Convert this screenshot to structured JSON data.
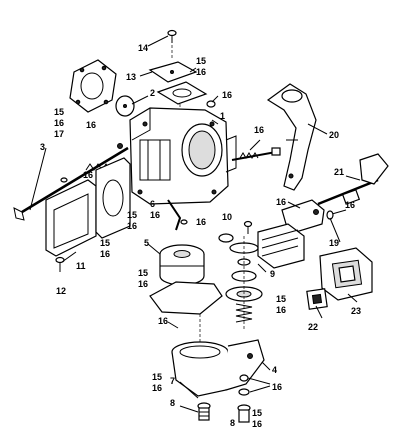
{
  "diagram": {
    "callouts": [
      {
        "id": "c14",
        "text": "14"
      },
      {
        "id": "c13",
        "text": "13"
      },
      {
        "id": "c15a",
        "text": "15"
      },
      {
        "id": "c16a",
        "text": "16"
      },
      {
        "id": "c2",
        "text": "2"
      },
      {
        "id": "c16b",
        "text": "16"
      },
      {
        "id": "c15b",
        "text": "15"
      },
      {
        "id": "c16c",
        "text": "16"
      },
      {
        "id": "c17",
        "text": "17"
      },
      {
        "id": "c1",
        "text": "1"
      },
      {
        "id": "c16d",
        "text": "16"
      },
      {
        "id": "c16e",
        "text": "16"
      },
      {
        "id": "c20",
        "text": "20"
      },
      {
        "id": "c3",
        "text": "3"
      },
      {
        "id": "c16f",
        "text": "16"
      },
      {
        "id": "c21",
        "text": "21"
      },
      {
        "id": "c6",
        "text": "6"
      },
      {
        "id": "c16g",
        "text": "16"
      },
      {
        "id": "c10",
        "text": "10"
      },
      {
        "id": "c16h",
        "text": "16"
      },
      {
        "id": "c16i",
        "text": "16"
      },
      {
        "id": "c16j",
        "text": "16"
      },
      {
        "id": "c19",
        "text": "19"
      },
      {
        "id": "c15c",
        "text": "15"
      },
      {
        "id": "c16k",
        "text": "16"
      },
      {
        "id": "c5",
        "text": "5"
      },
      {
        "id": "c15d",
        "text": "15"
      },
      {
        "id": "c16l",
        "text": "16"
      },
      {
        "id": "c9",
        "text": "9"
      },
      {
        "id": "c11",
        "text": "11"
      },
      {
        "id": "c12",
        "text": "12"
      },
      {
        "id": "c15e",
        "text": "15"
      },
      {
        "id": "c16m",
        "text": "16"
      },
      {
        "id": "c15f",
        "text": "15"
      },
      {
        "id": "c16n",
        "text": "16"
      },
      {
        "id": "c22",
        "text": "22"
      },
      {
        "id": "c23",
        "text": "23"
      },
      {
        "id": "c16o",
        "text": "16"
      },
      {
        "id": "c4",
        "text": "4"
      },
      {
        "id": "c15g",
        "text": "15"
      },
      {
        "id": "c16p",
        "text": "16"
      },
      {
        "id": "c7",
        "text": "7"
      },
      {
        "id": "c16q",
        "text": "16"
      },
      {
        "id": "c8a",
        "text": "8"
      },
      {
        "id": "c15h",
        "text": "15"
      },
      {
        "id": "c16r",
        "text": "16"
      },
      {
        "id": "c8b",
        "text": "8"
      }
    ]
  }
}
